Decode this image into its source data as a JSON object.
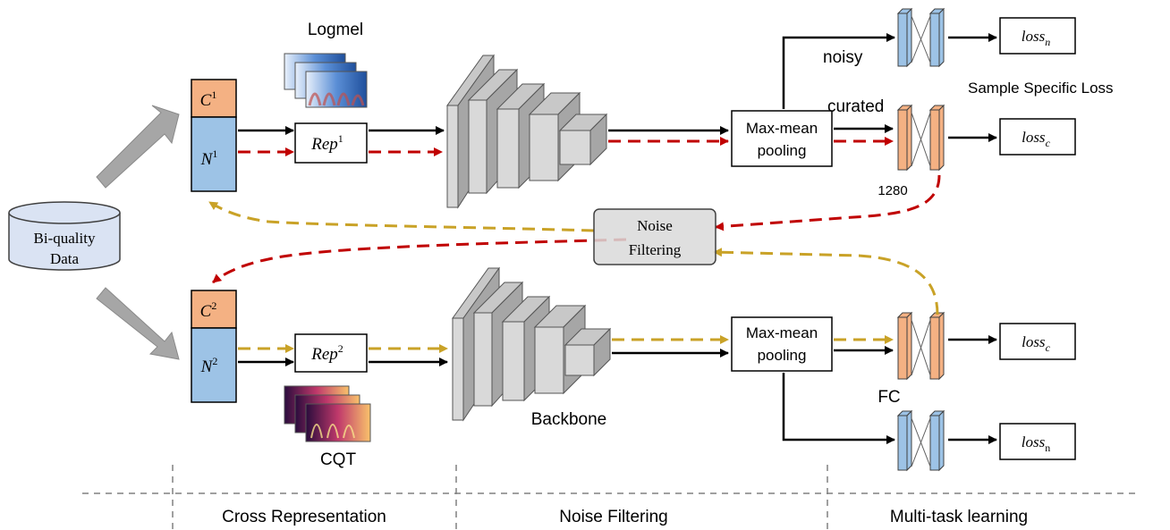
{
  "labels": {
    "logmel": "Logmel",
    "cqt": "CQT",
    "backbone": "Backbone",
    "noisy": "noisy",
    "curated": "curated",
    "sample_specific_loss": "Sample Specific Loss",
    "fc_dim": "1280",
    "fc": "FC",
    "data": [
      "Bi-quality",
      "Data"
    ],
    "noise_filtering_box": [
      "Noise",
      "Filtering"
    ],
    "pooling": [
      "Max-mean",
      "pooling"
    ],
    "rep_base": "Rep",
    "rep1_sup": "1",
    "rep2_sup": "2",
    "c_base": "C",
    "n_base": "N",
    "sup1": "1",
    "sup2": "2",
    "loss_base": "loss",
    "sub_n": "n",
    "sub_c": "c",
    "sub_n_roman": "n"
  },
  "sections": [
    "Cross Representation",
    "Noise Filtering",
    "Multi-task learning"
  ],
  "colors": {
    "clean_orange": "#F4B183",
    "noisy_blue": "#9DC3E6",
    "red_dash": "#C00000",
    "gold_dash": "#C9A227",
    "fc_orange": "#F4B183",
    "fc_blue": "#9DC3E6",
    "block_gray": "#D9D9D9",
    "arrow_gray": "#A6A6A6"
  }
}
